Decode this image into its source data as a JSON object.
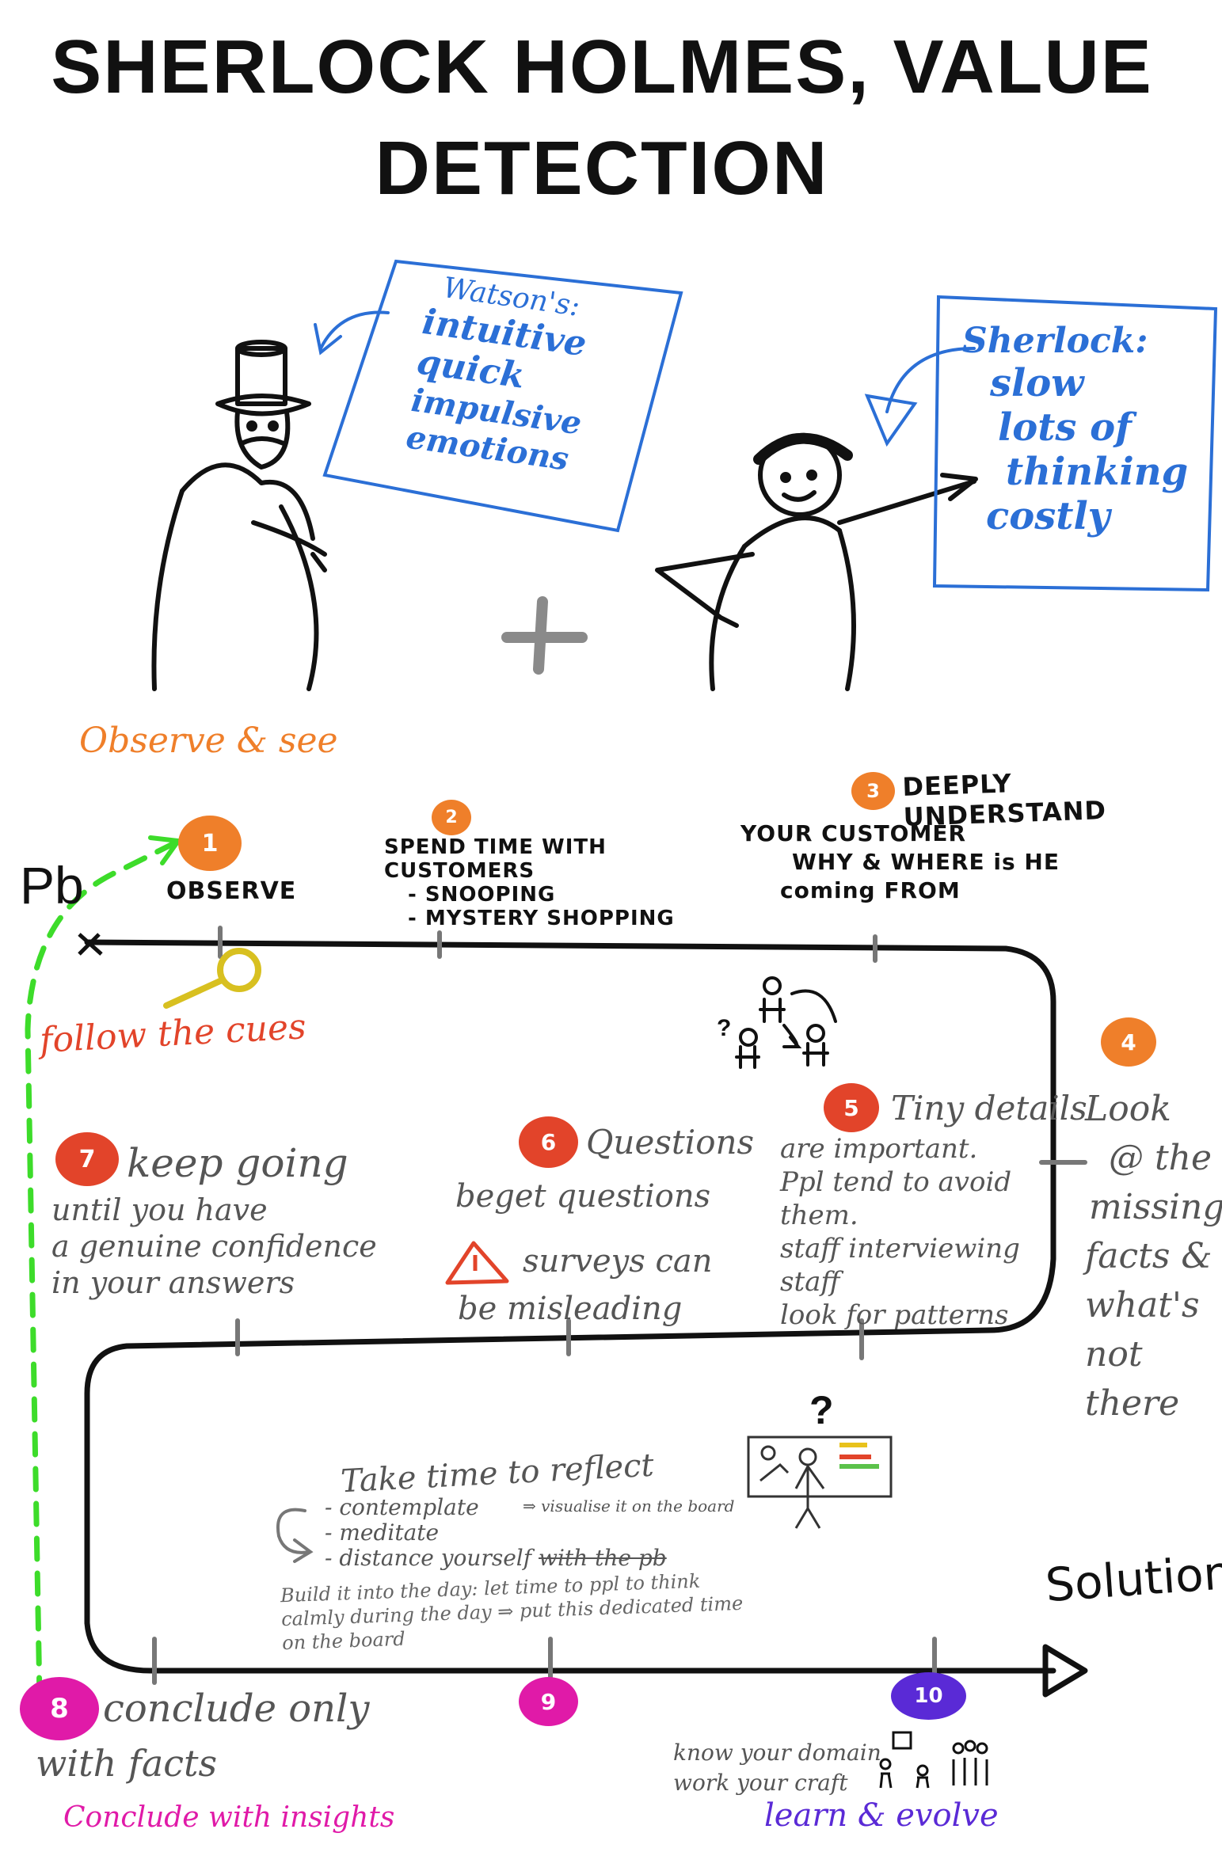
{
  "title": {
    "line1": "SHERLOCK HOLMES, VALUE",
    "line2": "DETECTION"
  },
  "watson_note": {
    "heading": "Watson's:",
    "items": [
      "intuitive",
      "quick",
      "impulsive",
      "emotions"
    ]
  },
  "sherlock_note": {
    "heading": "Sherlock:",
    "items": [
      "slow",
      "lots of",
      "thinking",
      "costly"
    ]
  },
  "plus": "+",
  "observe_see": "Observe & see",
  "pb": "Pb",
  "follow_cues": "follow the cues",
  "solution": "Solution",
  "steps": [
    {
      "num": "1",
      "label": "OBSERVE"
    },
    {
      "num": "2",
      "label": "SPEND TIME WITH CUSTOMERS",
      "sub": [
        "- SNOOPING",
        "- MYSTERY SHOPPING"
      ]
    },
    {
      "num": "3",
      "label": "DEEPLY UNDERSTAND",
      "sub": [
        "YOUR CUSTOMER",
        "WHY & WHERE is HE",
        "coming FROM"
      ]
    },
    {
      "num": "4",
      "label": "Look",
      "sub": [
        "@ the",
        "missing",
        "facts &",
        "what's",
        "not there"
      ]
    },
    {
      "num": "5",
      "label": "Tiny details",
      "sub": [
        "are important.",
        "Ppl tend to avoid",
        "them.",
        "staff interviewing",
        "staff",
        "look for patterns"
      ]
    },
    {
      "num": "6",
      "label": "Questions",
      "sub": [
        "beget questions",
        "surveys can",
        "be misleading"
      ]
    },
    {
      "num": "7",
      "label": "keep going",
      "sub": [
        "until you have",
        "a genuine confidence",
        "in your answers"
      ]
    },
    {
      "num": "8",
      "label": "conclude only",
      "sub": [
        "with facts"
      ]
    },
    {
      "num": "9",
      "label": ""
    },
    {
      "num": "10",
      "label": ""
    }
  ],
  "reflect": {
    "heading": "Take time to reflect",
    "items": [
      "- contemplate",
      "- meditate",
      "- distance yourself"
    ],
    "visualise": "visualise it on the board",
    "strike": "with the pb",
    "build": [
      "Build it into the day: let time to ppl to think",
      "calmly during the day",
      "put this dedicated time",
      "on the board"
    ]
  },
  "conclude_insights": "Conclude with insights",
  "know": [
    "know your domain",
    "work your craft"
  ],
  "learn_evolve": "learn & evolve",
  "colors": {
    "orange": "#ef7f2a",
    "red": "#e2442a",
    "magenta": "#e01aa8",
    "purple": "#5a2ad6",
    "blue": "#2b6fd6",
    "green": "#3ddc2a",
    "grey": "#8a8a8a"
  }
}
